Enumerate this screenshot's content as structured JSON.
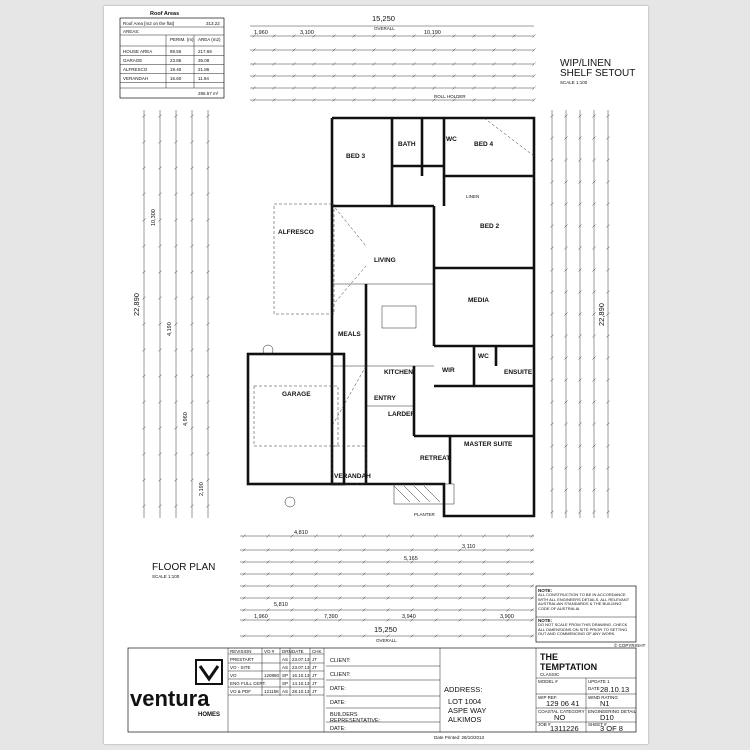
{
  "roof_areas": {
    "title": "Roof Areas",
    "note": "Roof Area [m2 on the flat]",
    "note_value": "313.22",
    "areas_label": "AREAS:",
    "col_perim": "PERIM. (m)",
    "col_area": "AREA (m2)",
    "rows": [
      {
        "name": "HOUSE AREA",
        "perim": "89.56",
        "area": "217.69"
      },
      {
        "name": "GARAGE",
        "perim": "23.86",
        "area": "35.08"
      },
      {
        "name": "ALFRESCO",
        "perim": "19.40",
        "area": "21.86"
      },
      {
        "name": "VERANDAH",
        "perim": "16.60",
        "area": "11.94"
      }
    ],
    "total": "286.57 m²"
  },
  "drawing": {
    "overall_width": "15,250",
    "overall_label": "OVERALL",
    "overall_depth": "22,890",
    "top_dims": [
      "1,960",
      "3,100",
      "10,190"
    ],
    "bottom_dims": [
      "4,810",
      "5,165",
      "3,110",
      "5,810",
      "1,960",
      "7,390",
      "3,940",
      "3,900"
    ],
    "side_dims": [
      "10,300",
      "4,190",
      "4,960",
      "2,190"
    ],
    "floor_plan_title": "FLOOR PLAN",
    "floor_plan_scale": "SCALE 1:100",
    "wip_title": "WIP/LINEN SHELF SETOUT",
    "wip_scale": "SCALE 1:100",
    "roll_holder": "ROLL HOLDER",
    "planter": "PLANTER",
    "rooms": [
      {
        "key": "bed3",
        "name": "BED 3"
      },
      {
        "key": "bath",
        "name": "BATH"
      },
      {
        "key": "bed4",
        "name": "BED 4"
      },
      {
        "key": "wc1",
        "name": "WC"
      },
      {
        "key": "bed2",
        "name": "BED 2"
      },
      {
        "key": "linen",
        "name": "LINEN"
      },
      {
        "key": "alfresco",
        "name": "ALFRESCO"
      },
      {
        "key": "living",
        "name": "LIVING"
      },
      {
        "key": "media",
        "name": "MEDIA"
      },
      {
        "key": "meals",
        "name": "MEALS"
      },
      {
        "key": "kitchen",
        "name": "KITCHEN"
      },
      {
        "key": "wir",
        "name": "WIR"
      },
      {
        "key": "wc2",
        "name": "WC"
      },
      {
        "key": "ensuite",
        "name": "ENSUITE"
      },
      {
        "key": "garage",
        "name": "GARAGE"
      },
      {
        "key": "entry",
        "name": "ENTRY"
      },
      {
        "key": "larder",
        "name": "LARDER"
      },
      {
        "key": "retreat",
        "name": "RETREAT"
      },
      {
        "key": "master",
        "name": "MASTER SUITE"
      },
      {
        "key": "verandah",
        "name": "VERANDAH"
      }
    ]
  },
  "notes": {
    "heading": "NOTE:",
    "note1": "ALL CONSTRUCTION TO BE IN ACCORDANCE WITH ALL ENGINEERS DETAILS, ALL RELEVANT AUSTRALIAN STANDARDS & THE BUILDING CODE OF AUSTRALIA",
    "note2": "DO NOT SCALE FROM THIS DRAWING. CHECK ALL DIMENSIONS ON SITE PRIOR TO SETTING OUT AND COMMENCING OF ANY WORK.",
    "copyright": "© COPYRIGHT"
  },
  "title_block": {
    "brand": "ventura",
    "brand_sub": "HOMES",
    "revisions_header": [
      "REVISION",
      "VO #",
      "DRN",
      "DATE",
      "CHK"
    ],
    "revisions": [
      [
        "PRESTART",
        "",
        "AS",
        "23.07.13",
        "JT"
      ],
      [
        "VO - SITE",
        "",
        "AS",
        "23.07.13",
        "JT"
      ],
      [
        "VO",
        "120880",
        "SP",
        "16.10.13",
        "JT"
      ],
      [
        "ENG FULL CERT.",
        "",
        "SP",
        "14.10.13",
        "JT"
      ],
      [
        "VO & PDF",
        "121158",
        "AS",
        "28.10.13",
        "JT"
      ]
    ],
    "client_label": "CLIENT:",
    "date_label": "DATE:",
    "builders_rep": "BUILDERS REPRESENTATIVE:",
    "address_label": "ADDRESS:",
    "address_lines": [
      "LOT 1004",
      "ASPE WAY",
      "ALKIMOS"
    ],
    "design": "THE TEMPTATION",
    "design_sub": "CLASSIC",
    "model_label": "MODEL #",
    "model": "",
    "update_label": "UPDATE 1",
    "date_field_label": "DATE",
    "date_value": "28.10.13",
    "wip_ref_label": "WIP REF.",
    "wip_ref": "129 06 41",
    "wind_label": "WIND RATING",
    "wind": "N1",
    "coastal_label": "COASTAL CATEGORY",
    "coastal": "NO",
    "eng_label": "ENGINEERING DETAIL",
    "eng": "D10",
    "job_label": "JOB #",
    "job": "1311226",
    "sheet_label": "SHEET #",
    "sheet": "3 OF 8",
    "footer_date": "Date Printed: 28/10/2013"
  }
}
